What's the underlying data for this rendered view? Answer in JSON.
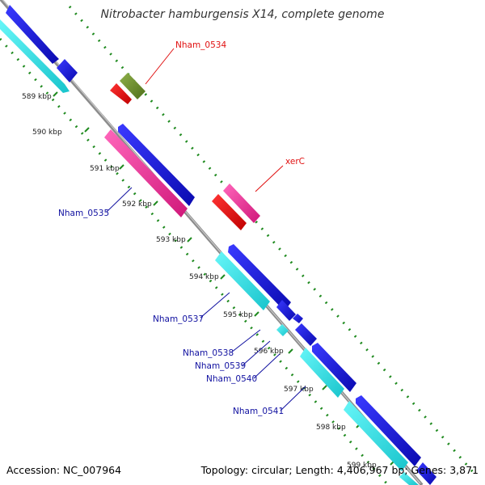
{
  "title": "Nitrobacter hamburgensis X14, complete genome",
  "footer": {
    "accession": "Accession: NC_007964",
    "summary": "Topology: circular; Length: 4,406,967 bp; Genes: 3,871"
  },
  "colors": {
    "forward_cds": "#1e1ee6",
    "reverse_cds": "#33e3e8",
    "rna": "#ff3399",
    "highlight": "#ff0000",
    "other": "#6b8e23",
    "backbone": "#8c8c8c",
    "tick": "#1f8a1f",
    "label_red": "#e01010",
    "label_blue": "#1010a0"
  },
  "ticks": [
    {
      "label": "589 kbp"
    },
    {
      "label": "590 kbp"
    },
    {
      "label": "591 kbp"
    },
    {
      "label": "592 kbp"
    },
    {
      "label": "593 kbp"
    },
    {
      "label": "594 kbp"
    },
    {
      "label": "595 kbp"
    },
    {
      "label": "596 kbp"
    },
    {
      "label": "597 kbp"
    },
    {
      "label": "598 kbp"
    },
    {
      "label": "599 kbp"
    }
  ],
  "gene_labels": [
    {
      "text": "Nham_0534",
      "color": "red"
    },
    {
      "text": "xerC",
      "color": "red"
    },
    {
      "text": "Nham_0535",
      "color": "blue"
    },
    {
      "text": "Nham_0537",
      "color": "blue"
    },
    {
      "text": "Nham_0538",
      "color": "blue"
    },
    {
      "text": "Nham_0539",
      "color": "blue"
    },
    {
      "text": "Nham_0540",
      "color": "blue"
    },
    {
      "text": "Nham_0541",
      "color": "blue"
    }
  ]
}
